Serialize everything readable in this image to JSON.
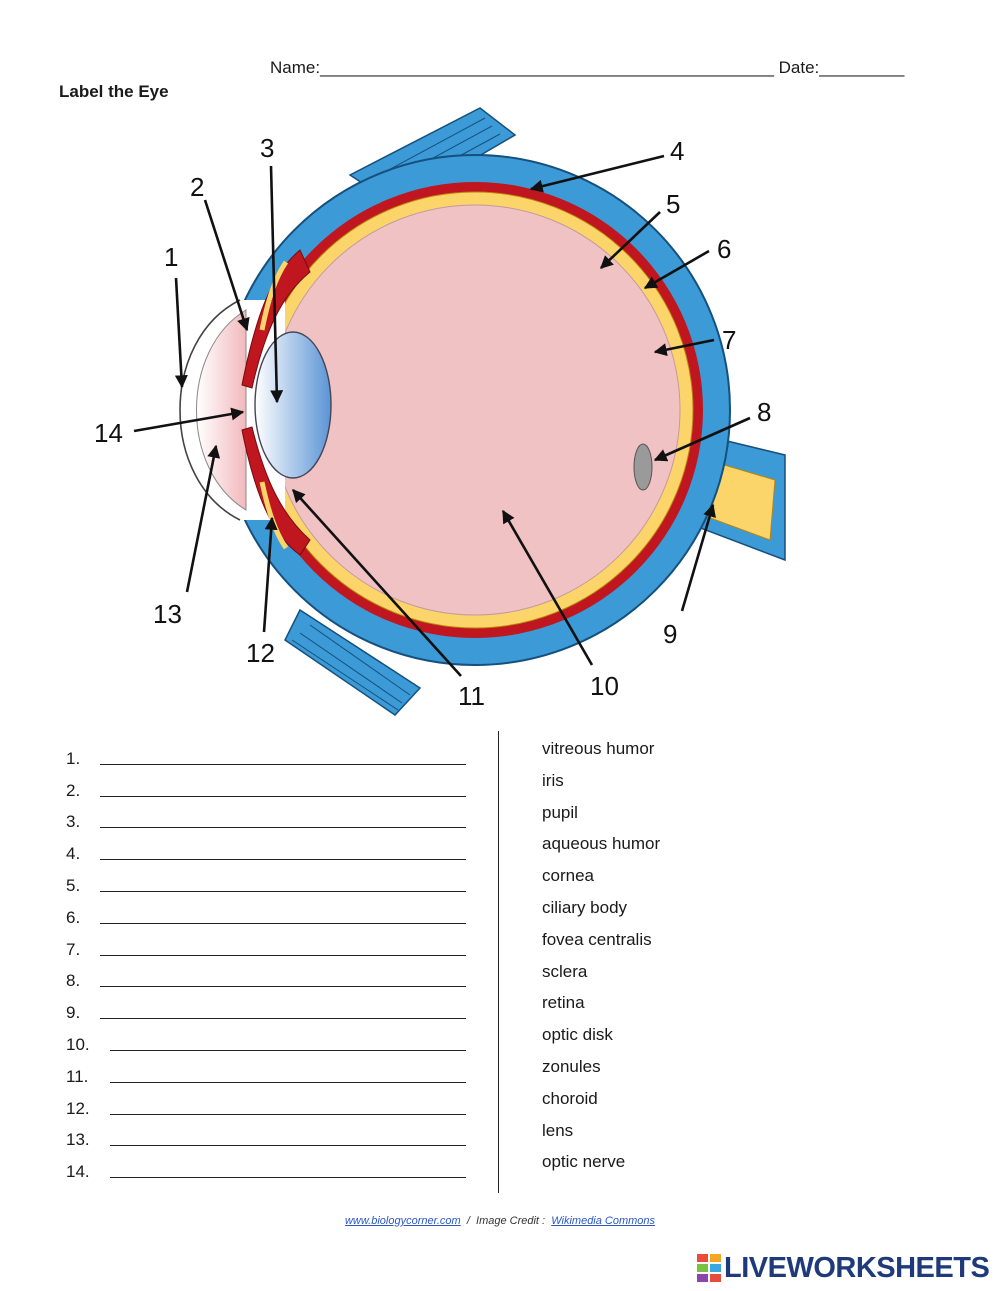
{
  "header": {
    "name_label": "Name:",
    "name_blank": "________________________________________________",
    "date_label": "Date:",
    "date_blank": "_________"
  },
  "title": "Label the Eye",
  "diagram": {
    "labels": [
      "1",
      "2",
      "3",
      "4",
      "5",
      "6",
      "7",
      "8",
      "9",
      "10",
      "11",
      "12",
      "13",
      "14"
    ]
  },
  "answers": [
    "1.",
    "2.",
    "3.",
    "4.",
    "5.",
    "6.",
    "7.",
    "8.",
    "9.",
    "10.",
    "11.",
    "12.",
    "13.",
    "14."
  ],
  "word_bank": [
    "vitreous humor",
    "iris",
    "pupil",
    "aqueous humor",
    "cornea",
    "ciliary body",
    "fovea centralis",
    "sclera",
    "retina",
    "optic disk",
    "zonules",
    "choroid",
    "lens",
    "optic nerve"
  ],
  "footer": {
    "site": "www.biologycorner.com",
    "separator": "/",
    "credit_label": "Image Credit :",
    "credit_source": "Wikimedia Commons"
  },
  "brand": {
    "name": "LIVEWORKSHEETS"
  },
  "colors": {
    "sclera": "#3c9ad6",
    "choroid": "#c0161f",
    "retina": "#fbd56a",
    "vitreous": "#f0c2c4",
    "lens": "#8cb6e4"
  }
}
